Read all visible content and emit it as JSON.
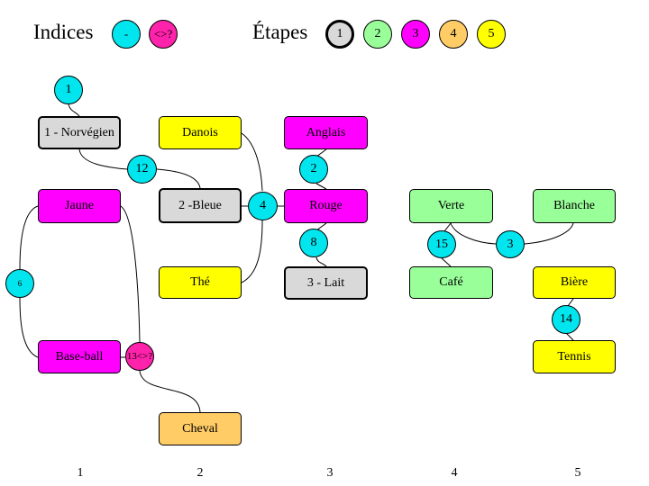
{
  "legend": {
    "indices": {
      "title": "Indices",
      "items": [
        {
          "label": "-",
          "color": "#00e5ee"
        },
        {
          "label": "<>?",
          "color": "#ff22aa"
        }
      ]
    },
    "etapes": {
      "title": "Étapes",
      "items": [
        {
          "label": "1",
          "color": "#d9d9d9"
        },
        {
          "label": "2",
          "color": "#99ff99"
        },
        {
          "label": "3",
          "color": "#ff00ff"
        },
        {
          "label": "4",
          "color": "#ffcc66"
        },
        {
          "label": "5",
          "color": "#ffff00"
        }
      ]
    }
  },
  "columns": [
    "1",
    "2",
    "3",
    "4",
    "5"
  ],
  "nodes": [
    {
      "id": "norvegien",
      "label": "1 - Norvégien",
      "color": "#d9d9d9",
      "bold": true
    },
    {
      "id": "danois",
      "label": "Danois",
      "color": "#ffff00"
    },
    {
      "id": "anglais",
      "label": "Anglais",
      "color": "#ff00ff"
    },
    {
      "id": "jaune",
      "label": "Jaune",
      "color": "#ff00ff"
    },
    {
      "id": "bleue",
      "label": "2 -Bleue",
      "color": "#d9d9d9",
      "bold": true
    },
    {
      "id": "rouge",
      "label": "Rouge",
      "color": "#ff00ff"
    },
    {
      "id": "verte",
      "label": "Verte",
      "color": "#99ff99"
    },
    {
      "id": "blanche",
      "label": "Blanche",
      "color": "#99ff99"
    },
    {
      "id": "the",
      "label": "Thé",
      "color": "#ffff00"
    },
    {
      "id": "lait",
      "label": "3 - Lait",
      "color": "#d9d9d9",
      "bold": true
    },
    {
      "id": "cafe",
      "label": "Café",
      "color": "#99ff99"
    },
    {
      "id": "biere",
      "label": "Bière",
      "color": "#ffff00"
    },
    {
      "id": "baseball",
      "label": "Base-ball",
      "color": "#ff00ff"
    },
    {
      "id": "tennis",
      "label": "Tennis",
      "color": "#ffff00"
    },
    {
      "id": "cheval",
      "label": "Cheval",
      "color": "#ffcc66"
    }
  ],
  "clues": [
    {
      "id": "c1",
      "label": "1",
      "color": "#00e5ee"
    },
    {
      "id": "c12",
      "label": "12",
      "color": "#00e5ee"
    },
    {
      "id": "c2",
      "label": "2",
      "color": "#00e5ee"
    },
    {
      "id": "c4",
      "label": "4",
      "color": "#00e5ee"
    },
    {
      "id": "c8",
      "label": "8",
      "color": "#00e5ee"
    },
    {
      "id": "c15",
      "label": "15",
      "color": "#00e5ee"
    },
    {
      "id": "c3",
      "label": "3",
      "color": "#00e5ee"
    },
    {
      "id": "c6",
      "label": "6",
      "color": "#00e5ee"
    },
    {
      "id": "c13",
      "label": "13<>?",
      "color": "#ff22aa"
    },
    {
      "id": "c14",
      "label": "14",
      "color": "#00e5ee"
    }
  ]
}
